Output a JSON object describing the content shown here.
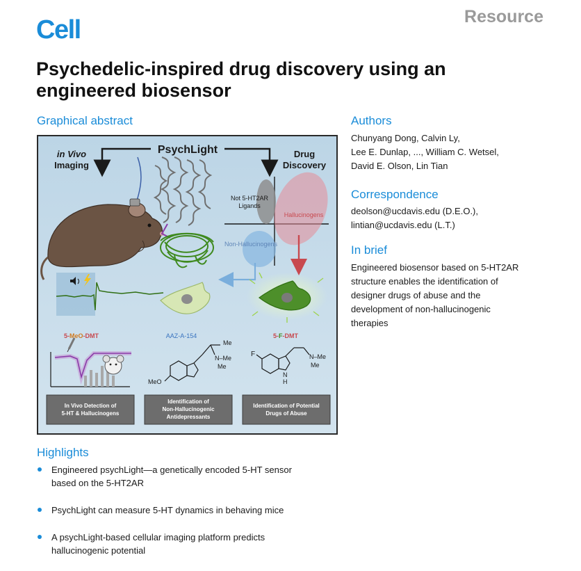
{
  "journal": "Cell",
  "article_type": "Resource",
  "title": "Psychedelic-inspired drug discovery using an engineered biosensor",
  "graphical_abstract": {
    "heading": "Graphical abstract",
    "center_label": "PsychLight",
    "left_label_line1": "in Vivo",
    "left_label_line2": "Imaging",
    "right_label_line1": "Drug",
    "right_label_line2": "Discovery",
    "quadrant_label_not_line1": "Not 5-HT2AR",
    "quadrant_label_not_line2": "Ligands",
    "quadrant_label_hallucinogens": "Hallucinogens",
    "quadrant_label_non_hallucinogens": "Non-Hallucinogens",
    "compound_1_prefix": "5-",
    "compound_1_mid": "MeO",
    "compound_1_suffix": "-DMT",
    "compound_2": "AAZ-A-154",
    "compound_3_prefix": "5-",
    "compound_3_mid": "F",
    "compound_3_suffix": "-DMT",
    "chem_me1": "Me",
    "chem_nme": "N–Me",
    "chem_me2": "Me",
    "chem_meo": "MeO",
    "chem_f": "F",
    "chem_nh": "N",
    "chem_h": "H",
    "chem_me3": "N–Me",
    "chem_me4": "Me",
    "box_1_line1": "In Vivo Detection of",
    "box_1_line2": "5-HT & Hallucinogens",
    "box_2_line1": "Identification of",
    "box_2_line2": "Non-Hallucinogenic",
    "box_2_line3": "Antidepressants",
    "box_3_line1": "Identification of Potential",
    "box_3_line2": "Drugs of Abuse",
    "colors": {
      "background": "#c3d9e8",
      "mouse": "#6a5446",
      "protein_ribbon": "#6b6b6b",
      "sensor_green": "#4d8f2a",
      "hallucinogen_red": "#d0505a",
      "non_hallucinogen_blue": "#8ab8e0",
      "not_ligand_gray": "#8e8e8e",
      "trace_purple": "#8a3aa8",
      "bottom_box": "#6d6d6d"
    }
  },
  "authors": {
    "heading": "Authors",
    "line1": "Chunyang Dong, Calvin Ly,",
    "line2": "Lee E. Dunlap, ..., William C. Wetsel,",
    "line3": "David E. Olson, Lin Tian"
  },
  "correspondence": {
    "heading": "Correspondence",
    "line1": "deolson@ucdavis.edu (D.E.O.),",
    "line2": "lintian@ucdavis.edu (L.T.)"
  },
  "in_brief": {
    "heading": "In brief",
    "line1": "Engineered biosensor based on 5-HT2AR",
    "line2": "structure enables the identification of",
    "line3": "designer drugs of abuse and the",
    "line4": "development of non-hallucinogenic",
    "line5": "therapies"
  },
  "highlights": {
    "heading": "Highlights",
    "items": [
      {
        "line1": "Engineered psychLight—a genetically encoded 5-HT sensor",
        "line2": "based on the 5-HT2AR"
      },
      {
        "line1": "PsychLight can measure 5-HT dynamics in behaving mice",
        "line2": ""
      },
      {
        "line1": "A psychLight-based cellular imaging platform predicts",
        "line2": "hallucinogenic potential"
      }
    ]
  }
}
